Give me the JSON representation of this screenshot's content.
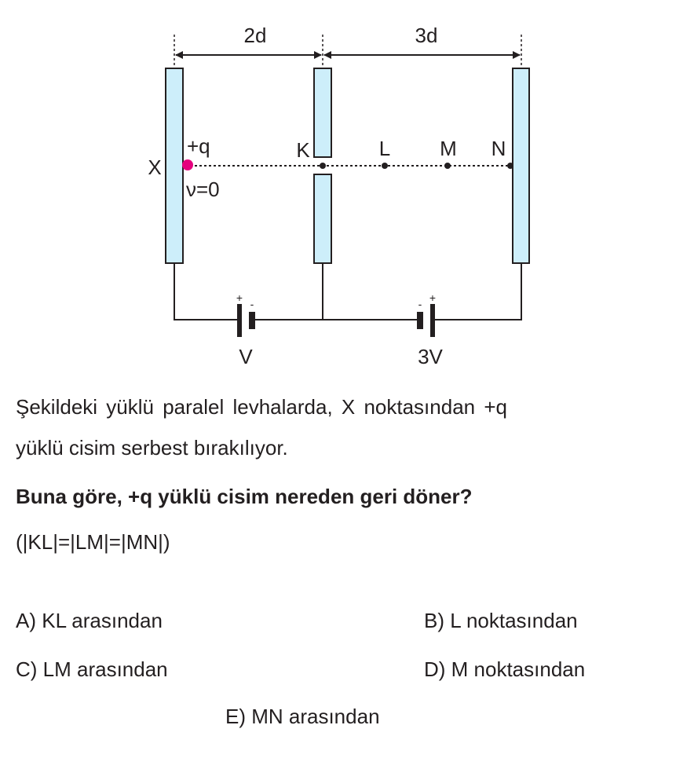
{
  "diagram": {
    "dimension_left": "2d",
    "dimension_right": "3d",
    "plate_x_label": "X",
    "charge_label": "+q",
    "velocity_label": "ν=0",
    "points": [
      "K",
      "L",
      "M",
      "N"
    ],
    "battery_left_label": "V",
    "battery_right_label": "3V",
    "plus_sign": "+",
    "minus_sign": "-",
    "plate_color": "#cdeefa",
    "charge_color": "#e5007e"
  },
  "question": {
    "statement_line1": "Şekildeki yüklü paralel levhalarda, X noktasından +q",
    "statement_line2": "yüklü cisim serbest bırakılıyor.",
    "prompt": "Buna göre, +q yüklü cisim nereden geri döner?",
    "condition": "(|KL|=|LM|=|MN|)"
  },
  "options": {
    "A": "A) KL arasından",
    "B": "B) L noktasından",
    "C": "C) LM arasından",
    "D": "D) M noktasından",
    "E": "E) MN arasından"
  }
}
